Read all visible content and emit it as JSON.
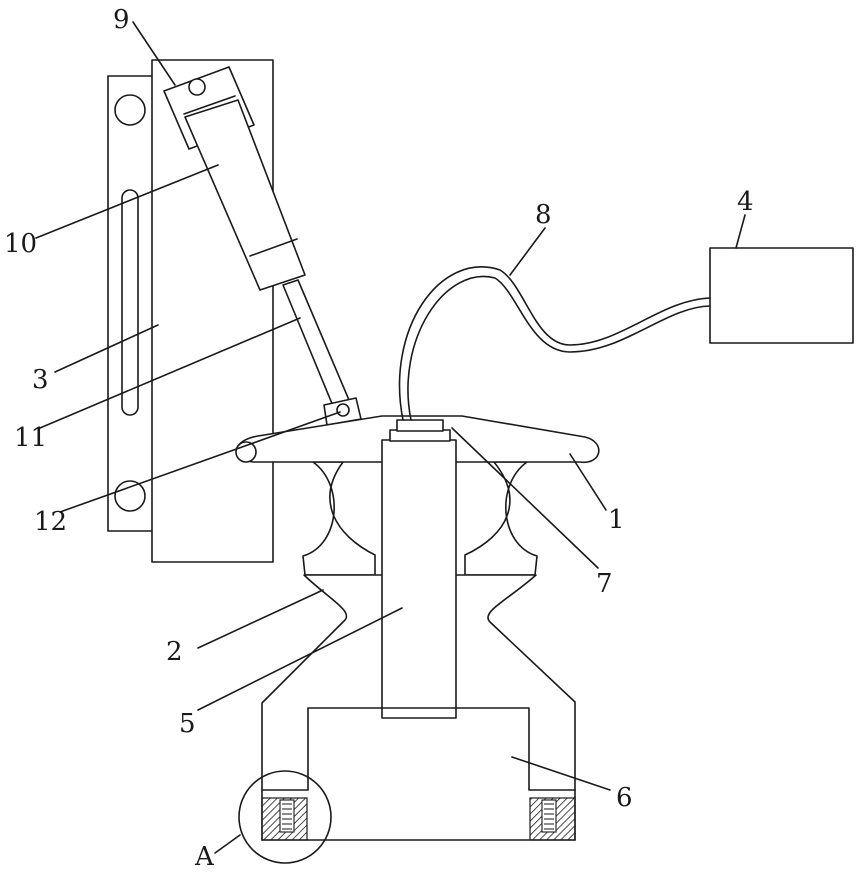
{
  "labels": {
    "l1": "1",
    "l2": "2",
    "l3": "3",
    "l4": "4",
    "l5": "5",
    "l6": "6",
    "l7": "7",
    "l8": "8",
    "l9": "9",
    "l10": "10",
    "l11": "11",
    "l12": "12",
    "lA": "A"
  },
  "colors": {
    "line": "#1a1a1a",
    "background": "#ffffff",
    "hatch": "#1a1a1a"
  }
}
